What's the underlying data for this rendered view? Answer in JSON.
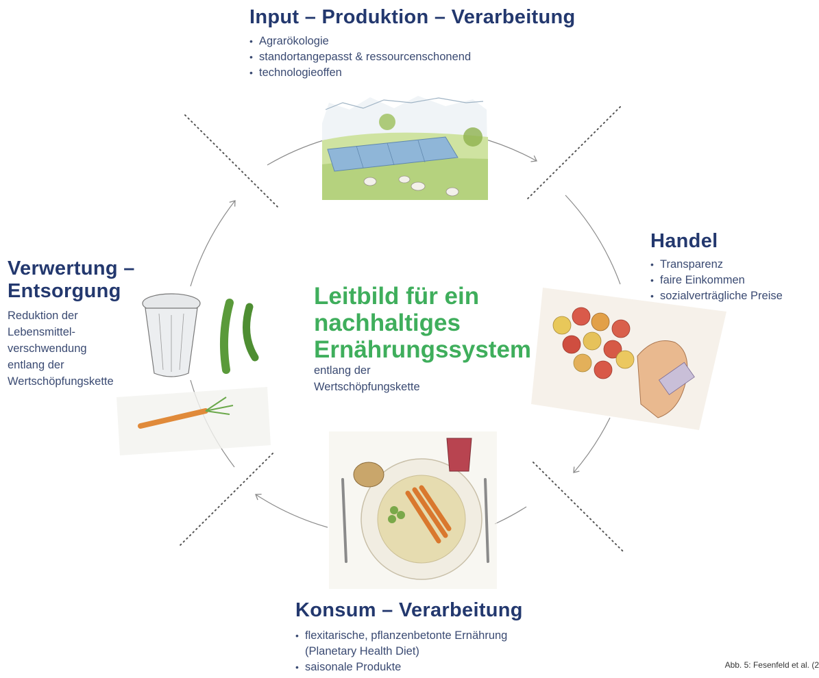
{
  "sections": {
    "input": {
      "title": "Input – Produktion – Verarbeitung",
      "bullets": [
        "Agrarökologie",
        "standortangepasst & ressourcenschonend",
        "technologieoffen"
      ]
    },
    "handel": {
      "title": "Handel",
      "bullets": [
        "Transparenz",
        "faire Einkommen",
        "sozialverträgliche Preise"
      ]
    },
    "verwertung": {
      "title_line1": "Verwertung –",
      "title_line2": "Entsorgung",
      "text_lines": [
        "Reduktion der",
        "Lebensmittel-",
        "verschwendung",
        "entlang der",
        "Wertschöpfungskette"
      ]
    },
    "konsum": {
      "title": "Konsum – Verarbeitung",
      "bullets": [
        {
          "line1": "flexitarische, pflanzenbetonte Ernährung",
          "line2": "(Planetary Health Diet)"
        },
        {
          "line1": "saisonale Produkte"
        }
      ]
    }
  },
  "center": {
    "title_lines": [
      "Leitbild für ein",
      "nachhaltiges",
      "Ernährungssystem"
    ],
    "subtitle_lines": [
      "entlang der",
      "Wertschöpfungskette"
    ]
  },
  "caption": "Abb. 5: Fesenfeld et al. (2",
  "colors": {
    "title": "#23386e",
    "body_text": "#3a4a72",
    "center_title": "#3fae5c",
    "cycle_line": "#8a8a8a",
    "divider": "#555555"
  },
  "illustrations": [
    "landscape-solar-sheep-illustration",
    "apples-hand-money-illustration",
    "plate-meal-illustration",
    "trash-can-cucumbers-carrot-illustration"
  ]
}
